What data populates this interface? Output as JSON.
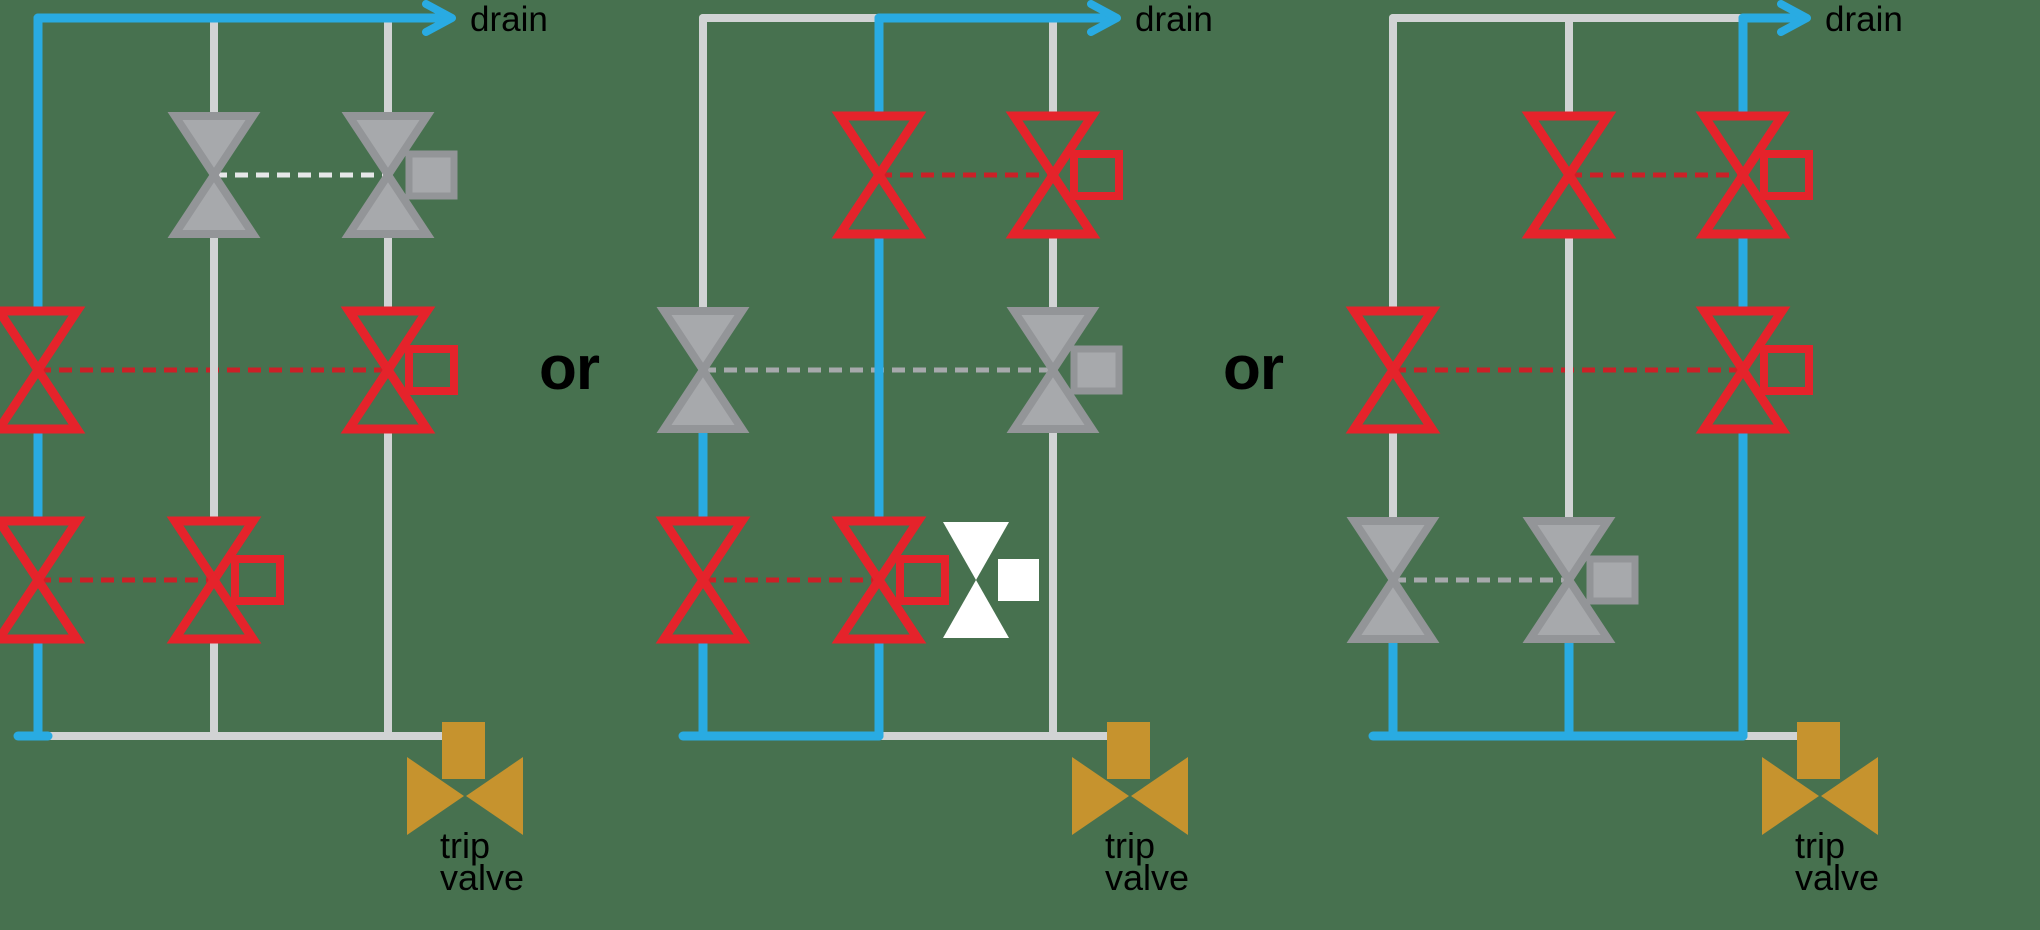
{
  "colors": {
    "background": "#47714F",
    "active_line_blue": "#29ABE2",
    "pipe_gray": "#D1D3D4",
    "valve_gray_fill": "#A7A9AC",
    "valve_gray_stroke": "#939598",
    "valve_red": "#E5232B",
    "dash_red": "#CB2027",
    "dash_gray": "#A7A9AC",
    "dash_light": "#E6E7E8",
    "valve_white": "#FFFFFF",
    "trip_valve_gold": "#C6932E",
    "label_text": "#000000"
  },
  "or_separators": [
    {
      "label": "or"
    },
    {
      "label": "or"
    }
  ],
  "diagrams": [
    {
      "name": "option-1",
      "drain_label": "drain",
      "trip_valve_label_line1": "trip",
      "trip_valve_label_line2": "valve",
      "top_line": [
        {
          "from": "left",
          "to": "drain",
          "color": "blue"
        }
      ],
      "bottom_line": [
        {
          "from": "stub",
          "to": "trip",
          "color": "gray"
        },
        {
          "from": "stub",
          "to": "left_corner",
          "color": "blue"
        }
      ],
      "columns": {
        "left": [
          "blue",
          "blue",
          "blue"
        ],
        "middle": [
          "gray",
          "gray",
          "gray"
        ],
        "right": [
          "gray",
          "gray",
          "gray"
        ]
      },
      "valves": [
        {
          "column": "middle",
          "row": "top",
          "type": "gray",
          "actuator": null
        },
        {
          "column": "right",
          "row": "top",
          "type": "gray",
          "actuator": "gray"
        },
        {
          "column": "left",
          "row": "middle",
          "type": "red",
          "actuator": null
        },
        {
          "column": "right",
          "row": "middle",
          "type": "red",
          "actuator": "red"
        },
        {
          "column": "left",
          "row": "bottom",
          "type": "red",
          "actuator": null
        },
        {
          "column": "middle",
          "row": "bottom",
          "type": "red",
          "actuator": "red"
        }
      ],
      "dashes": [
        {
          "row": "top",
          "from": "middle",
          "to": "right",
          "color": "light"
        },
        {
          "row": "middle",
          "from": "left",
          "to": "right",
          "color": "red"
        },
        {
          "row": "bottom",
          "from": "left",
          "to": "middle",
          "color": "red"
        }
      ]
    },
    {
      "name": "option-2",
      "drain_label": "drain",
      "trip_valve_label_line1": "trip",
      "trip_valve_label_line2": "valve",
      "top_line": [
        {
          "from": "left",
          "to": "middle",
          "color": "gray"
        },
        {
          "from": "middle",
          "to": "drain",
          "color": "blue"
        }
      ],
      "bottom_line": [
        {
          "from": "stub",
          "to": "middle",
          "color": "blue"
        },
        {
          "from": "middle",
          "to": "trip",
          "color": "gray"
        }
      ],
      "columns": {
        "left": [
          "gray",
          "blue",
          "blue"
        ],
        "middle": [
          "blue",
          "blue",
          "blue"
        ],
        "right": [
          "gray",
          "gray",
          "gray"
        ]
      },
      "valves": [
        {
          "column": "middle",
          "row": "top",
          "type": "red",
          "actuator": null
        },
        {
          "column": "right",
          "row": "top",
          "type": "red",
          "actuator": "red"
        },
        {
          "column": "left",
          "row": "middle",
          "type": "gray",
          "actuator": null
        },
        {
          "column": "right",
          "row": "middle",
          "type": "gray",
          "actuator": "gray"
        },
        {
          "column": "left",
          "row": "bottom",
          "type": "red",
          "actuator": null
        },
        {
          "column": "middle",
          "row": "bottom",
          "type": "red",
          "actuator": "red"
        },
        {
          "column": "aux",
          "row": "bottom",
          "type": "white",
          "actuator": "white"
        }
      ],
      "dashes": [
        {
          "row": "top",
          "from": "middle",
          "to": "right",
          "color": "red"
        },
        {
          "row": "middle",
          "from": "left",
          "to": "right",
          "color": "gray"
        },
        {
          "row": "bottom",
          "from": "left",
          "to": "middle",
          "color": "red"
        }
      ]
    },
    {
      "name": "option-3",
      "drain_label": "drain",
      "trip_valve_label_line1": "trip",
      "trip_valve_label_line2": "valve",
      "top_line": [
        {
          "from": "left",
          "to": "right",
          "color": "gray"
        },
        {
          "from": "right",
          "to": "drain",
          "color": "blue"
        }
      ],
      "bottom_line": [
        {
          "from": "stub",
          "to": "right",
          "color": "blue"
        },
        {
          "from": "right",
          "to": "trip",
          "color": "gray"
        }
      ],
      "columns": {
        "left": [
          "gray",
          "gray",
          "blue"
        ],
        "middle": [
          "gray",
          "gray",
          "blue"
        ],
        "right": [
          "blue",
          "blue",
          "blue"
        ]
      },
      "valves": [
        {
          "column": "middle",
          "row": "top",
          "type": "red",
          "actuator": null
        },
        {
          "column": "right",
          "row": "top",
          "type": "red",
          "actuator": "red"
        },
        {
          "column": "left",
          "row": "middle",
          "type": "red",
          "actuator": null
        },
        {
          "column": "right",
          "row": "middle",
          "type": "red",
          "actuator": "red"
        },
        {
          "column": "left",
          "row": "bottom",
          "type": "gray",
          "actuator": null
        },
        {
          "column": "middle",
          "row": "bottom",
          "type": "gray",
          "actuator": "gray"
        }
      ],
      "dashes": [
        {
          "row": "top",
          "from": "middle",
          "to": "right",
          "color": "red"
        },
        {
          "row": "middle",
          "from": "left",
          "to": "right",
          "color": "red"
        },
        {
          "row": "bottom",
          "from": "left",
          "to": "middle",
          "color": "gray"
        }
      ]
    }
  ]
}
